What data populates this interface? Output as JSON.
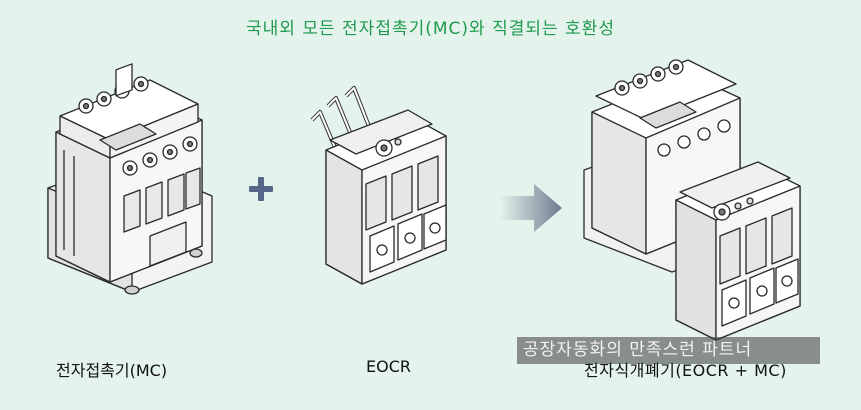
{
  "headline": "국내외 모든 전자접촉기(MC)와 직결되는 호환성",
  "captions": {
    "contactor": "전자접촉기(MC)",
    "eocr": "EOCR",
    "combined": "전자식개폐기(EOCR + MC)"
  },
  "symbols": {
    "plus": "+",
    "arrow": "arrow-right-icon"
  },
  "watermark": "공장자동화의 만족스런 파트너",
  "colors": {
    "background": "#e4f3ec",
    "headline": "#1f9a4e",
    "plus": "#56658a",
    "arrow": "#7d879c"
  }
}
